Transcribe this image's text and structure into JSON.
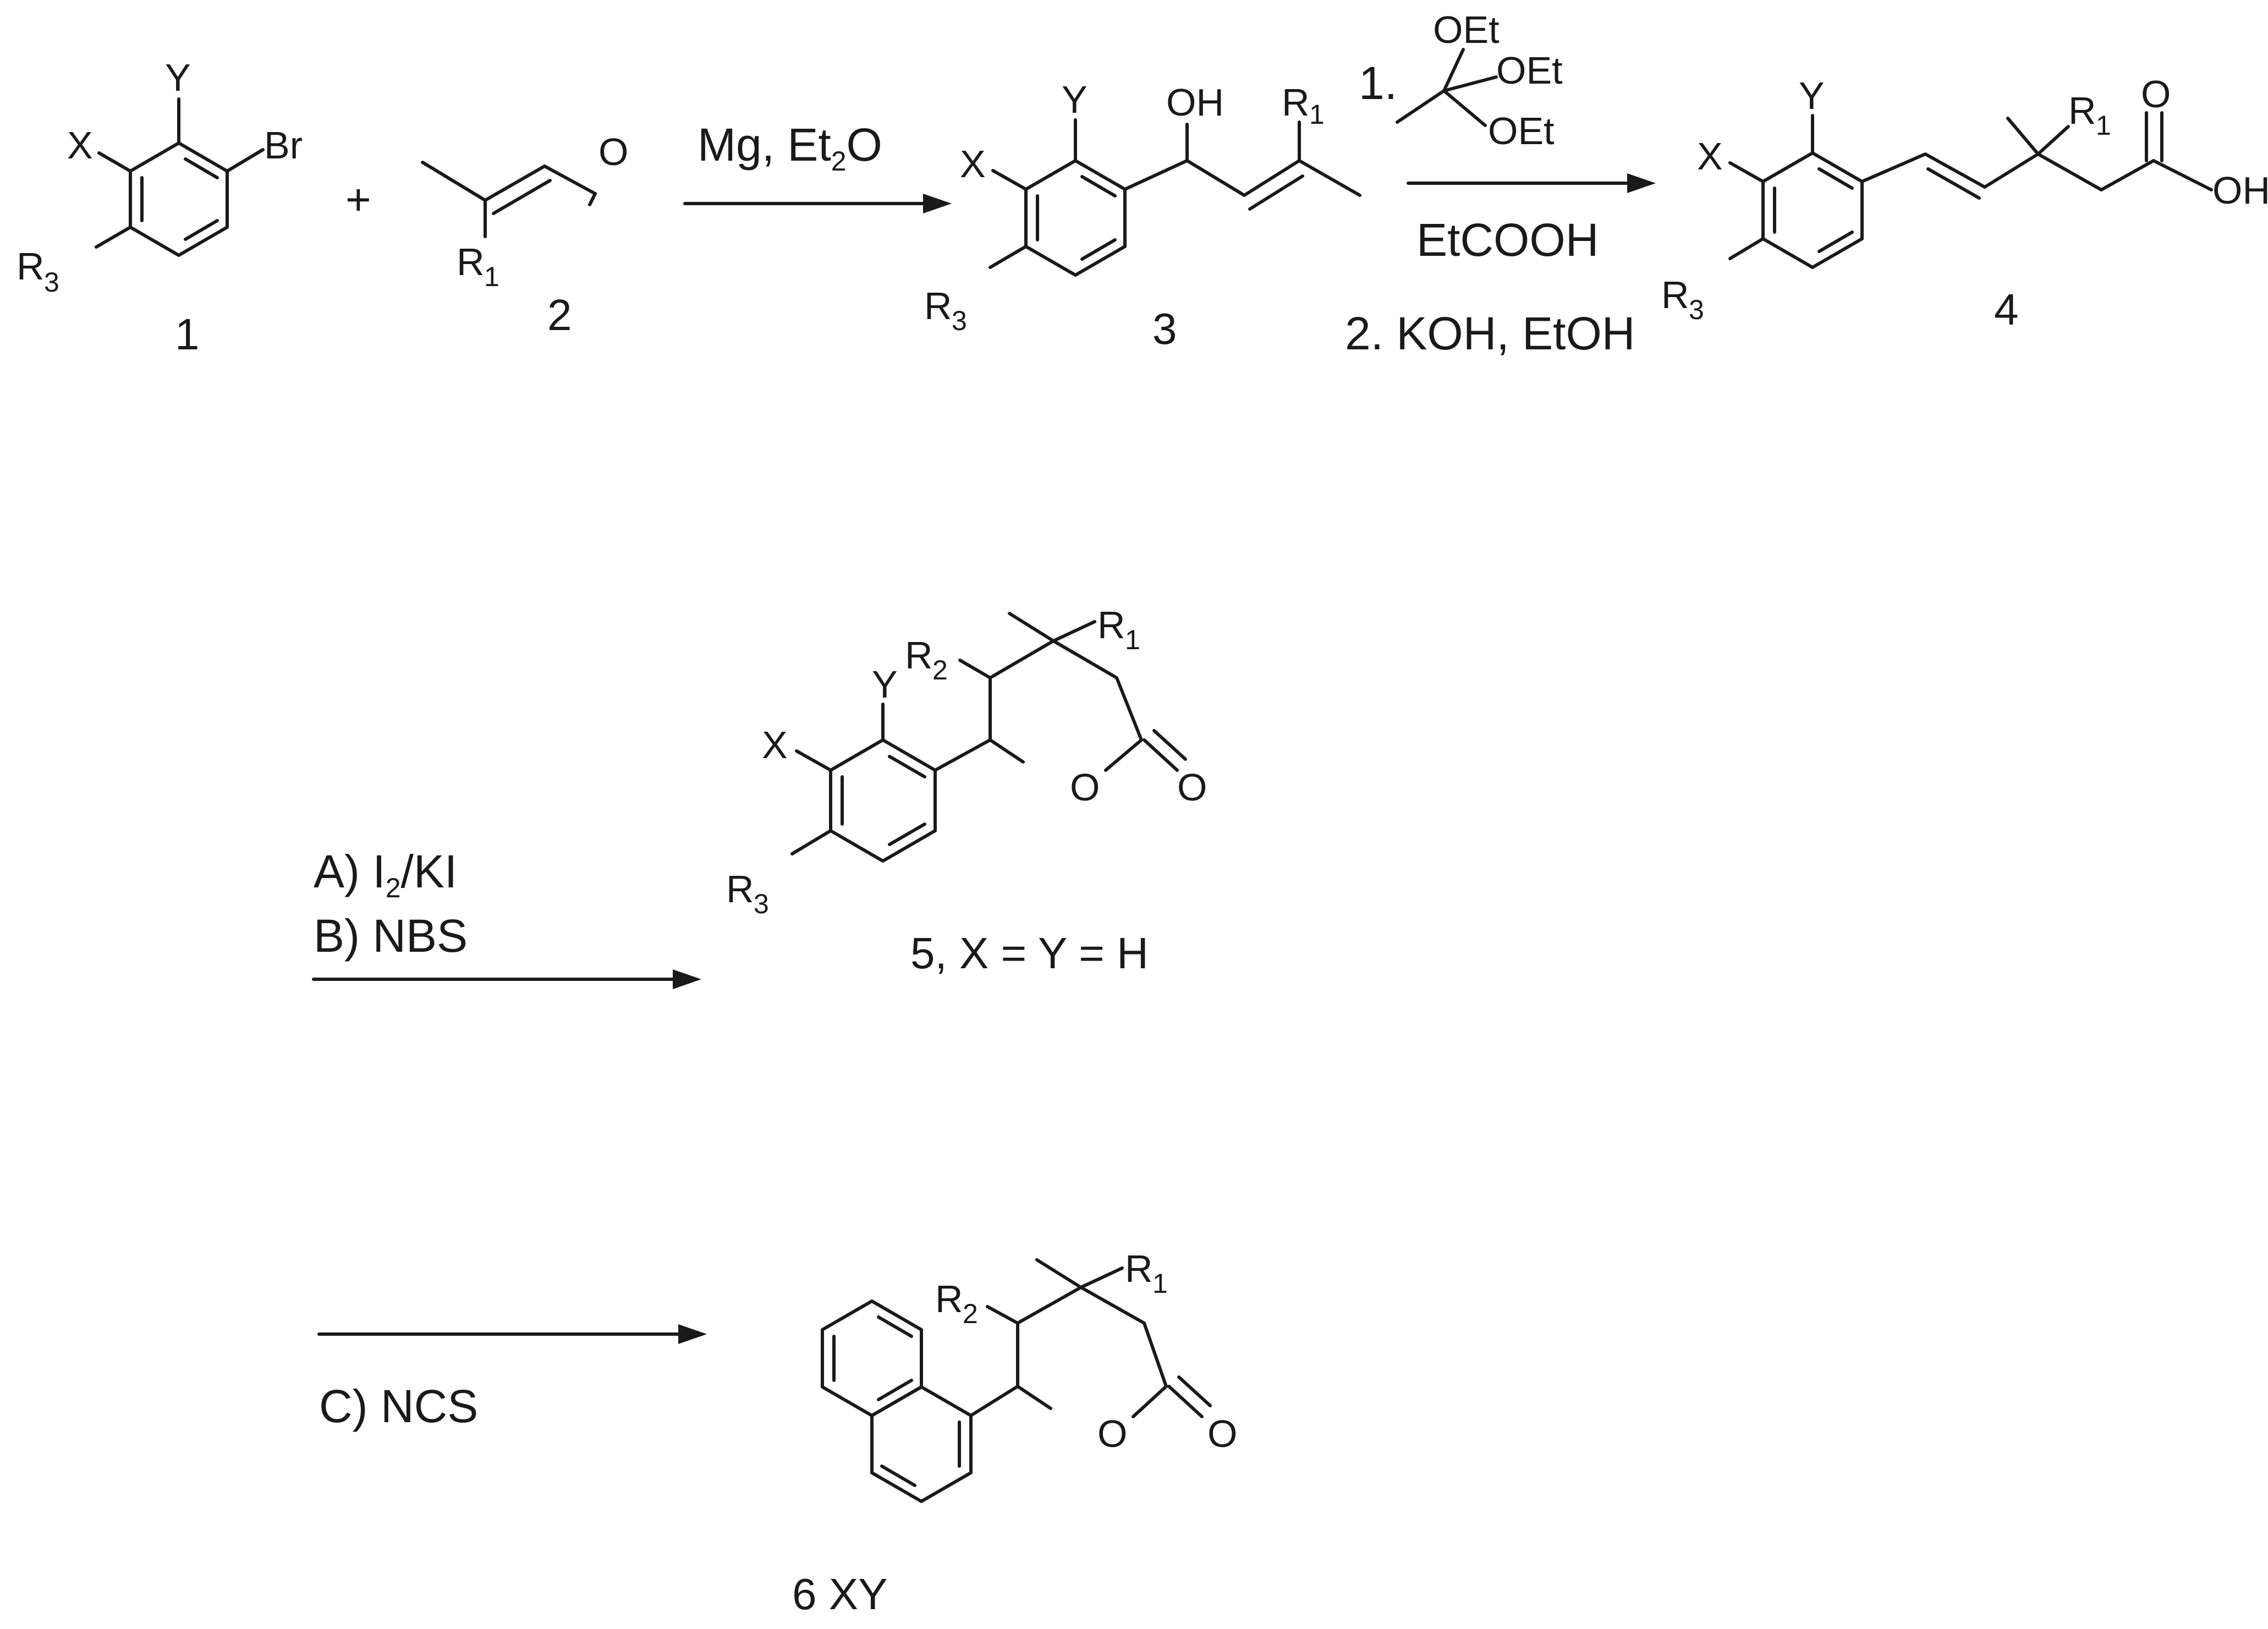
{
  "scheme": {
    "compounds": {
      "c1": {
        "label": "1",
        "X": "X",
        "Y": "Y",
        "Br": "Br",
        "R3": "R",
        "R3_sub": "3"
      },
      "c2": {
        "label": "2",
        "O": "O",
        "R1": "R",
        "R1_sub": "1"
      },
      "c3": {
        "label": "3",
        "X": "X",
        "Y": "Y",
        "OH": "OH",
        "R1": "R",
        "R1_sub": "1",
        "R3": "R",
        "R3_sub": "3"
      },
      "c4": {
        "label": "4",
        "X": "X",
        "Y": "Y",
        "O": "O",
        "OH": "OH",
        "R1": "R",
        "R1_sub": "1",
        "R3": "R",
        "R3_sub": "3"
      },
      "c5": {
        "label": "5, X = Y = H",
        "X": "X",
        "Y": "Y",
        "O_ring": "O",
        "O": "O",
        "R1": "R",
        "R1_sub": "1",
        "R2": "R",
        "R2_sub": "2",
        "R3": "R",
        "R3_sub": "3"
      },
      "c6": {
        "label": "6 XY",
        "O_ring": "O",
        "O": "O",
        "R1": "R",
        "R1_sub": "1",
        "R2": "R",
        "R2_sub": "2"
      }
    },
    "plus": "+",
    "reagents": {
      "step1": {
        "text": "Mg, Et",
        "sub": "2",
        "tail": "O"
      },
      "step2": {
        "num1": "1.",
        "oet_a": "OEt",
        "oet_b": "OEt",
        "oet_c": "OEt",
        "below": "EtCOOH",
        "num2": "2. KOH, EtOH"
      },
      "step3": {
        "a_prefix": "A) I",
        "a_sub": "2",
        "a_tail": "/KI",
        "b": "B) NBS"
      },
      "step4": {
        "c": "C) NCS"
      }
    }
  }
}
